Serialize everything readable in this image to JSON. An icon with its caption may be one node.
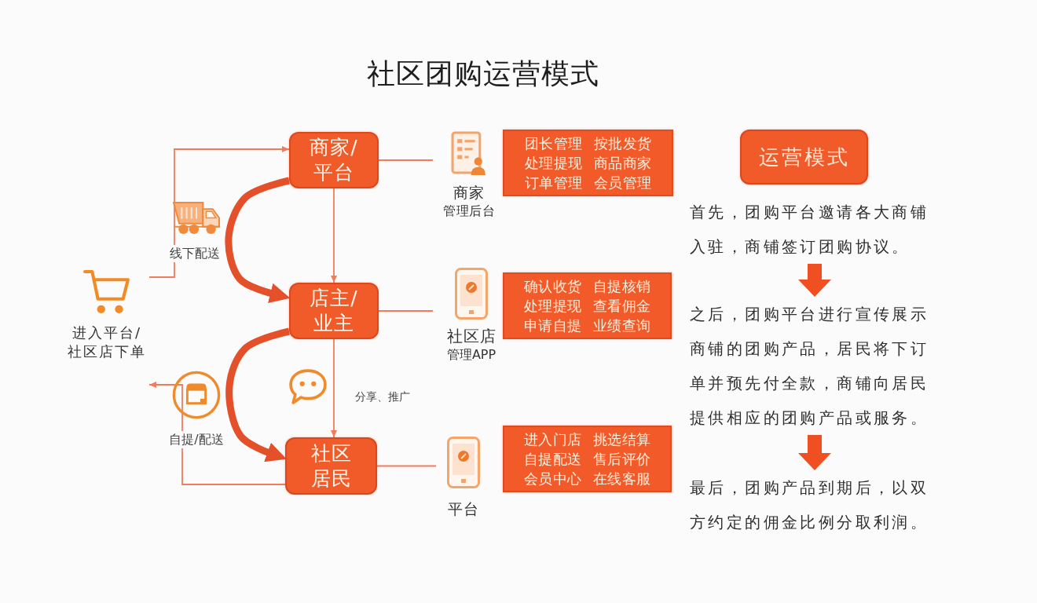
{
  "diagram": {
    "title": "社区团购运营模式",
    "nodes": [
      {
        "text": [
          "进入平台/社区店下单"
        ]
      },
      {
        "text": [
          "商家/平台"
        ]
      },
      {
        "text": [
          "店主/业主"
        ]
      },
      {
        "text": [
          "社区居民"
        ]
      },
      {
        "text": [
          "商家",
          "管理后台"
        ]
      },
      {
        "text": [
          "团长管理",
          "按批发货",
          "处理提现",
          "商品商家",
          "订单管理",
          "会员管理"
        ]
      },
      {
        "text": [
          "社区店",
          "管理APP"
        ]
      },
      {
        "text": [
          "确认收货",
          "自提核销",
          "处理提现",
          "查看佣金",
          "申请自提",
          "业绩查询"
        ]
      },
      {
        "text": [
          "平台"
        ]
      },
      {
        "text": [
          "进入门店",
          "挑选结算",
          "自提配送",
          "售后评价",
          "会员中心",
          "在线客服"
        ]
      },
      {
        "text": [
          "运营模式"
        ]
      },
      {
        "text": [
          "首先，团购平台邀请各大商铺入驻，商铺签订团购协议。"
        ]
      },
      {
        "text": [
          "之后，团购平台进行宣传展示商铺的团购产品，居民将下订单并预先付全款，商铺向居民提供相应的团购产品或服务。"
        ]
      },
      {
        "text": [
          "最后，团购产品到期后，以双方约定的佣金比例分取利润。"
        ]
      }
    ],
    "edges": [
      {
        "from": 0,
        "to": 1,
        "arrow": "to",
        "label": "线下配送"
      },
      {
        "from": 3,
        "to": 0,
        "arrow": "to",
        "label": "自提/配送"
      },
      {
        "from": 1,
        "to": 2,
        "arrow": "to",
        "style": "thick",
        "color": "#e4502a"
      },
      {
        "from": 2,
        "to": 3,
        "arrow": "to",
        "style": "thick",
        "color": "#e4502a"
      },
      {
        "from": 1,
        "to": 2,
        "arrow": "to"
      },
      {
        "from": 2,
        "to": 3,
        "arrow": "to",
        "label": "分享、推广"
      },
      {
        "from": 1,
        "to": 4,
        "arrow": "none"
      },
      {
        "from": 2,
        "to": 6,
        "arrow": "none"
      },
      {
        "from": 3,
        "to": 8,
        "arrow": "none"
      },
      {
        "from": 11,
        "to": 12,
        "arrow": "to",
        "style": "thick",
        "color": "#f04f22"
      },
      {
        "from": 12,
        "to": 13,
        "arrow": "to",
        "style": "thick",
        "color": "#f04f22"
      }
    ]
  }
}
